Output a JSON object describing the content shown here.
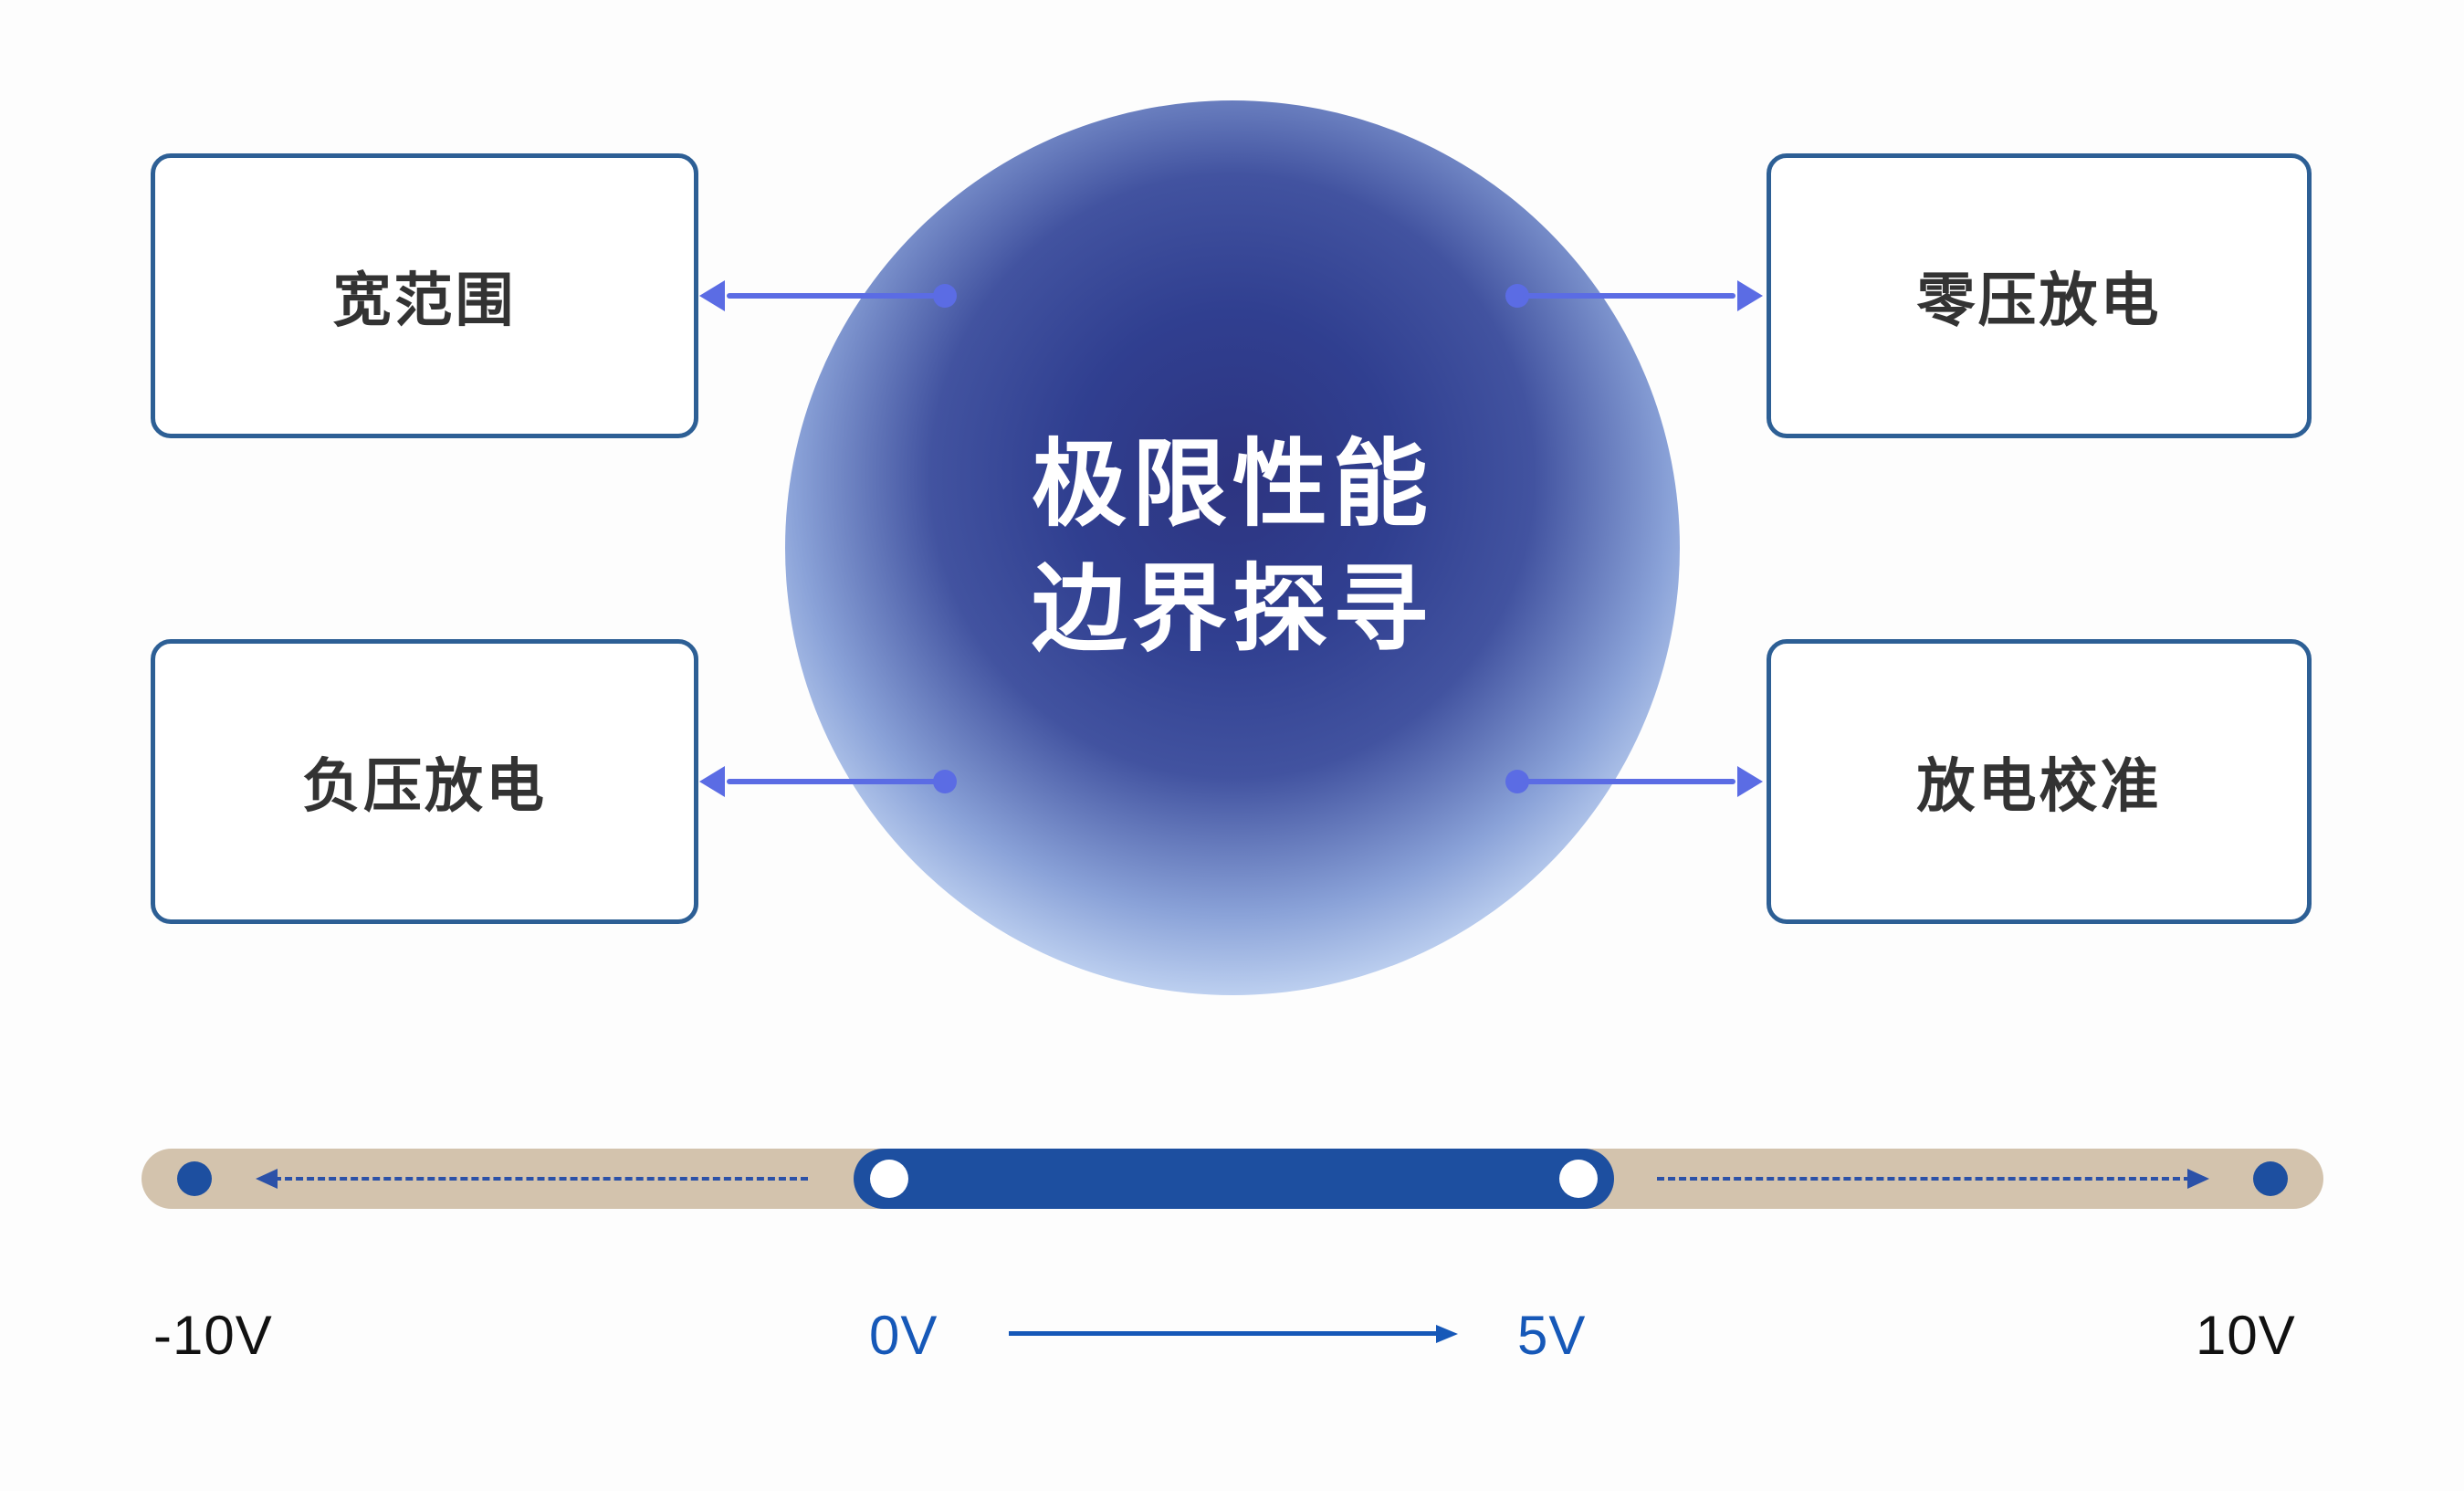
{
  "colors": {
    "background": "#fdfdfd",
    "box_border": "#2d5f95",
    "box_text": "#333333",
    "connector": "#5b6ce4",
    "sphere_core": "#2d3480",
    "sphere_mid": "#4253a0",
    "sphere_halo": "#e9f0fc",
    "track": "#d3c3ad",
    "range_fill": "#1d4fa0",
    "dashed_arrow": "#2b51a8",
    "voltage_accent": "#1658b8",
    "voltage_dark": "#111111"
  },
  "center_sphere": {
    "line1": "极限性能",
    "line2": "边界探寻"
  },
  "feature_boxes": {
    "top_left": {
      "label": "宽范围"
    },
    "bottom_left": {
      "label": "负压放电"
    },
    "top_right": {
      "label": "零压放电"
    },
    "bottom_right": {
      "label": "放电校准"
    }
  },
  "voltage_scale": {
    "min_label": "-10V",
    "range_start_label": "0V",
    "range_end_label": "5V",
    "max_label": "10V"
  }
}
